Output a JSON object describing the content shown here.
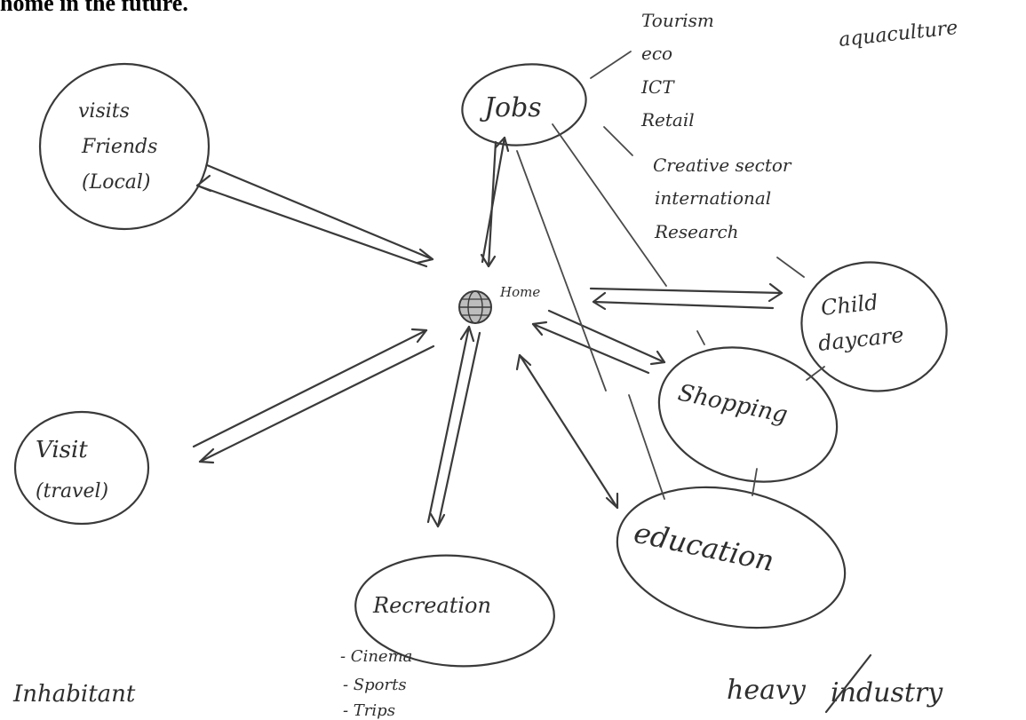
{
  "header_fragment": "home in the future.",
  "center": {
    "label": "Home"
  },
  "nodes": {
    "jobs": "Jobs",
    "visits_friends": [
      "visits",
      "Friends",
      "(Local)"
    ],
    "visit_travel": [
      "Visit",
      "(travel)"
    ],
    "recreation": "Recreation",
    "child_daycare": [
      "Child",
      "daycare"
    ],
    "shopping": "Shopping",
    "education": "education"
  },
  "jobs_notes_top": [
    "Tourism",
    "eco",
    "ICT",
    "Retail"
  ],
  "jobs_notes_bottom": [
    "Creative sector",
    "international",
    "Research"
  ],
  "corner_note_top_right": "aquaculture",
  "recreation_list": [
    "- Cinema",
    "- Sports",
    "- Trips"
  ],
  "footer_left": "Inhabitant",
  "footer_right": {
    "word1": "heavy",
    "word2": "industry"
  },
  "colors": {
    "ink": "#3a3a3a",
    "globe_fill": "#bdbdbd"
  }
}
